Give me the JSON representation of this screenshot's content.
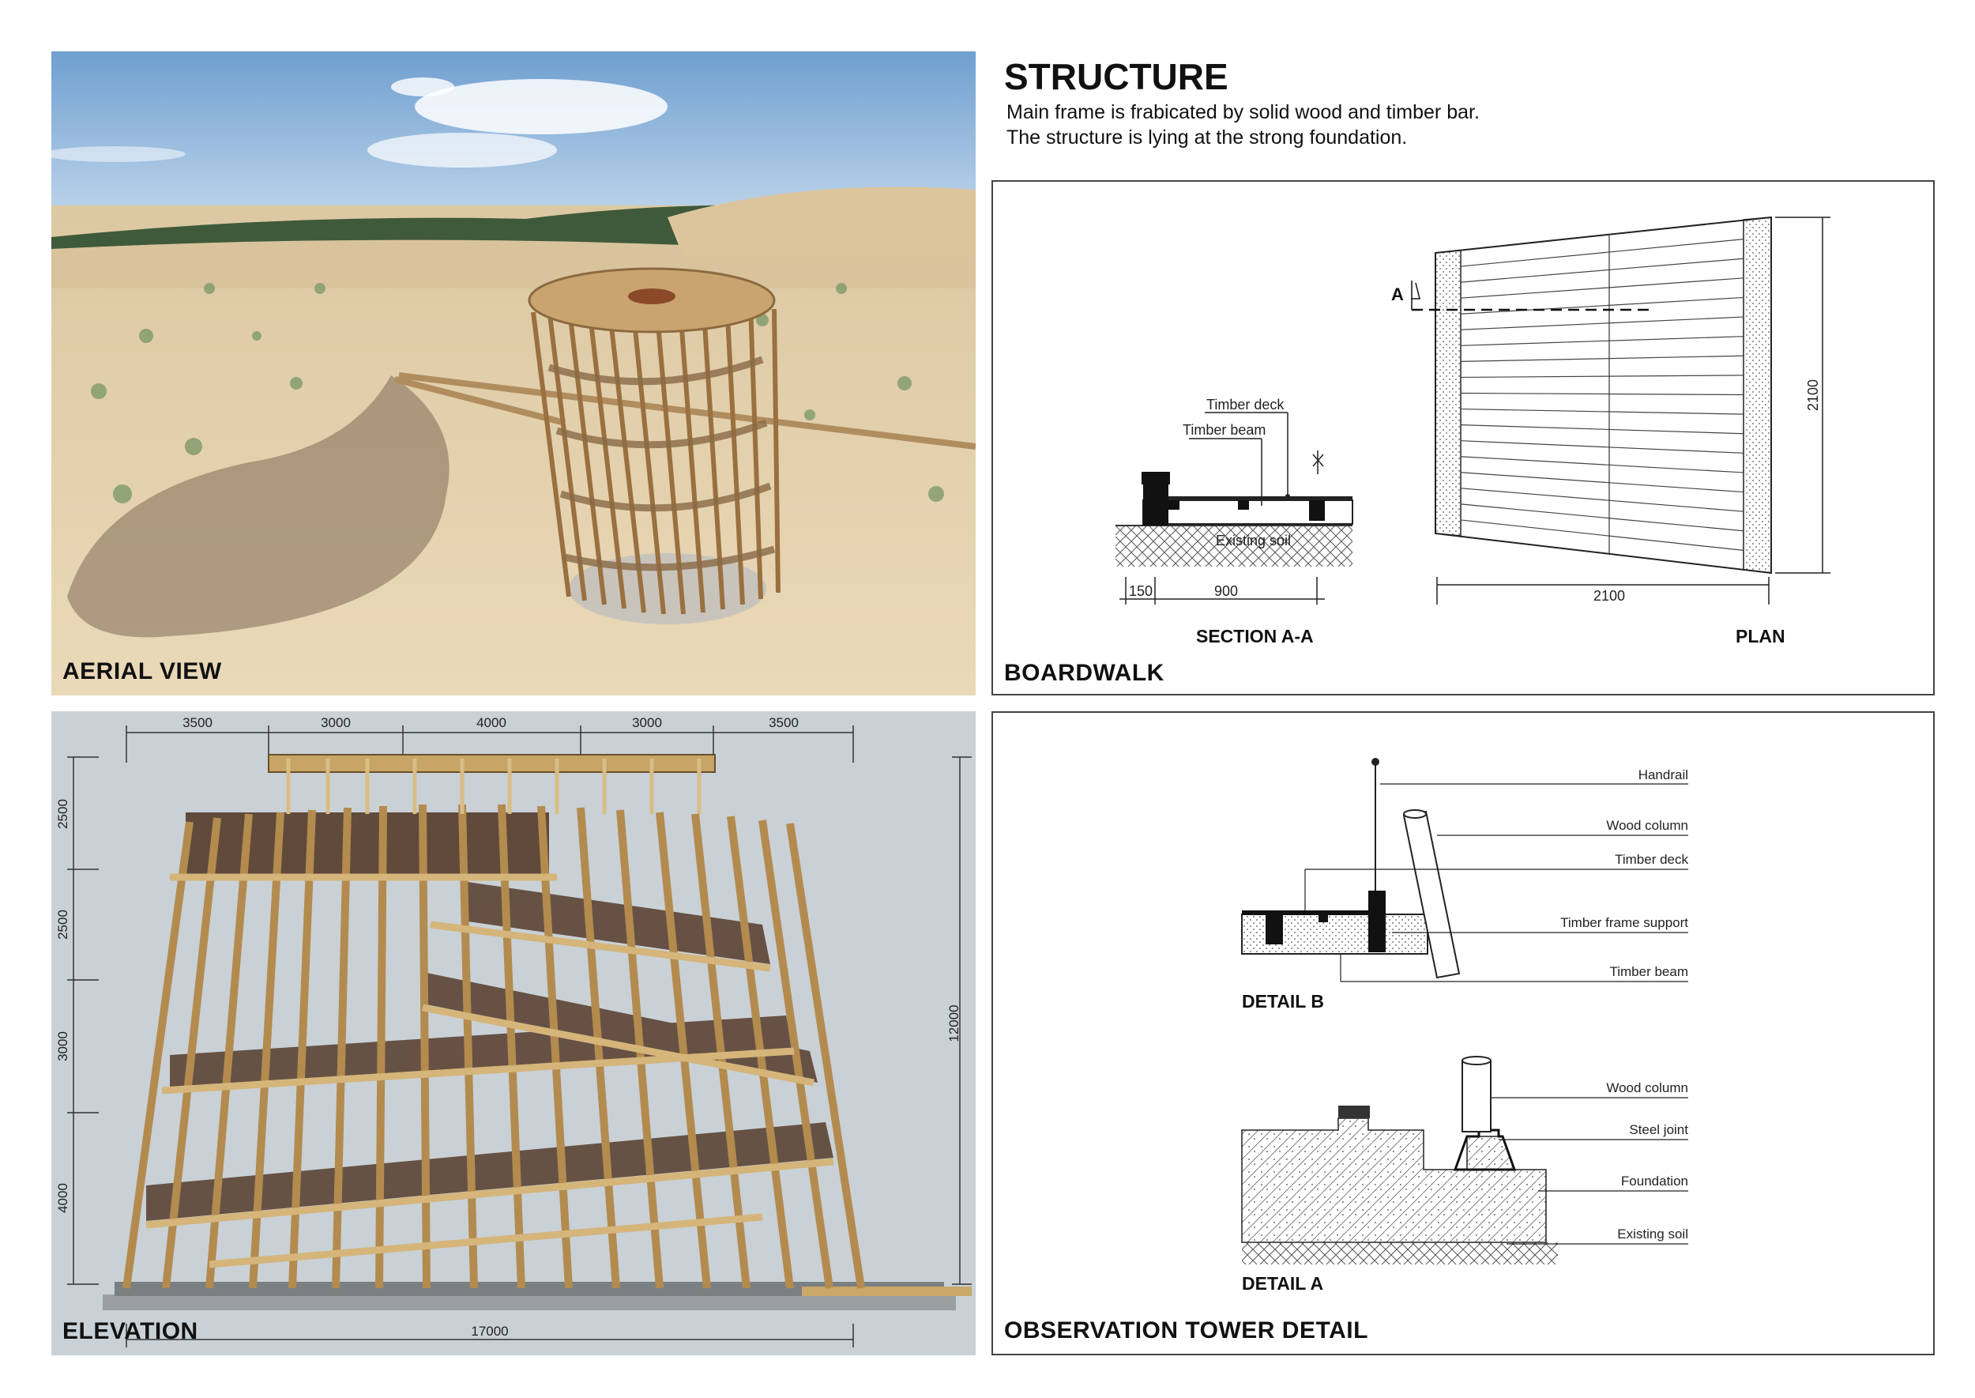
{
  "header": {
    "title": "STRUCTURE",
    "line1": "Main frame is frabicated by solid wood and timber bar.",
    "line2": "The structure is lying at the strong foundation."
  },
  "aerial": {
    "label": "AERIAL VIEW"
  },
  "elevation": {
    "label": "ELEVATION",
    "top_dims": [
      "3500",
      "3000",
      "4000",
      "3000",
      "3500"
    ],
    "left_dims": [
      "2500",
      "2500",
      "3000",
      "4000"
    ],
    "total_height": "12000",
    "total_width": "17000"
  },
  "boardwalk": {
    "label": "BOARDWALK",
    "section_title": "SECTION A-A",
    "plan_title": "PLAN",
    "timber_deck": "Timber deck",
    "timber_beam": "Timber beam",
    "existing_soil": "Existing soil",
    "dim_150": "150",
    "dim_900": "900",
    "dim_plan_w": "2100",
    "dim_plan_h": "2100",
    "section_mark": "A"
  },
  "tower": {
    "label": "OBSERVATION TOWER DETAIL",
    "detail_b": "DETAIL B",
    "detail_a": "DETAIL A",
    "handrail": "Handrail",
    "wood_column": "Wood column",
    "timber_deck": "Timber deck",
    "frame_support": "Timber frame support",
    "timber_beam": "Timber beam",
    "wood_column_a": "Wood column",
    "steel_joint": "Steel joint",
    "foundation": "Foundation",
    "existing_soil": "Existing soil"
  },
  "colors": {
    "sky": "#8fb3d9",
    "sand": "#e3cfa6",
    "wood": "#c9a86a",
    "dark_wood": "#5a3b26",
    "elevation_bg": "#c9d1d6"
  }
}
